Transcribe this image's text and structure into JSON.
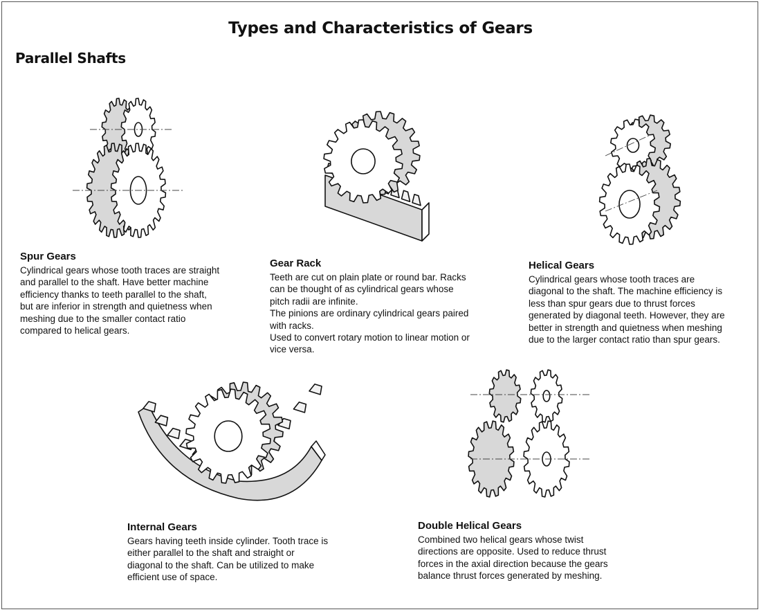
{
  "title": "Types and Characteristics of Gears",
  "section": "Parallel Shafts",
  "gears": {
    "spur": {
      "name": "Spur Gears",
      "desc": "Cylindrical gears whose tooth traces are straight\nand parallel to the shaft. Have better machine\nefficiency thanks to teeth parallel to the shaft,\nbut are inferior in strength and quietness when\nmeshing due to the smaller contact ratio\ncompared to helical gears."
    },
    "rack": {
      "name": "Gear Rack",
      "desc": "Teeth are cut on plain plate or round bar. Racks\ncan be thought of as cylindrical gears whose\npitch radii are infinite.\nThe pinions are ordinary cylindrical gears paired\nwith racks.\nUsed to convert rotary motion to linear motion or\nvice versa."
    },
    "helical": {
      "name": "Helical Gears",
      "desc": "Cylindrical gears whose tooth traces are\ndiagonal to the shaft. The machine efficiency is\nless than spur gears due to thrust forces\ngenerated by diagonal teeth. However, they are\nbetter in strength and quietness when meshing\ndue to the larger contact ratio than spur gears."
    },
    "internal": {
      "name": "Internal Gears",
      "desc": "Gears having teeth inside cylinder. Tooth trace is\neither parallel to the shaft and straight or\ndiagonal to the shaft. Can be utilized to make\nefficient use of space."
    },
    "double_helical": {
      "name": "Double Helical Gears",
      "desc": "Combined two helical gears whose twist\ndirections are opposite. Used to reduce thrust\nforces in the axial direction because the gears\nbalance thrust forces generated by meshing."
    }
  }
}
